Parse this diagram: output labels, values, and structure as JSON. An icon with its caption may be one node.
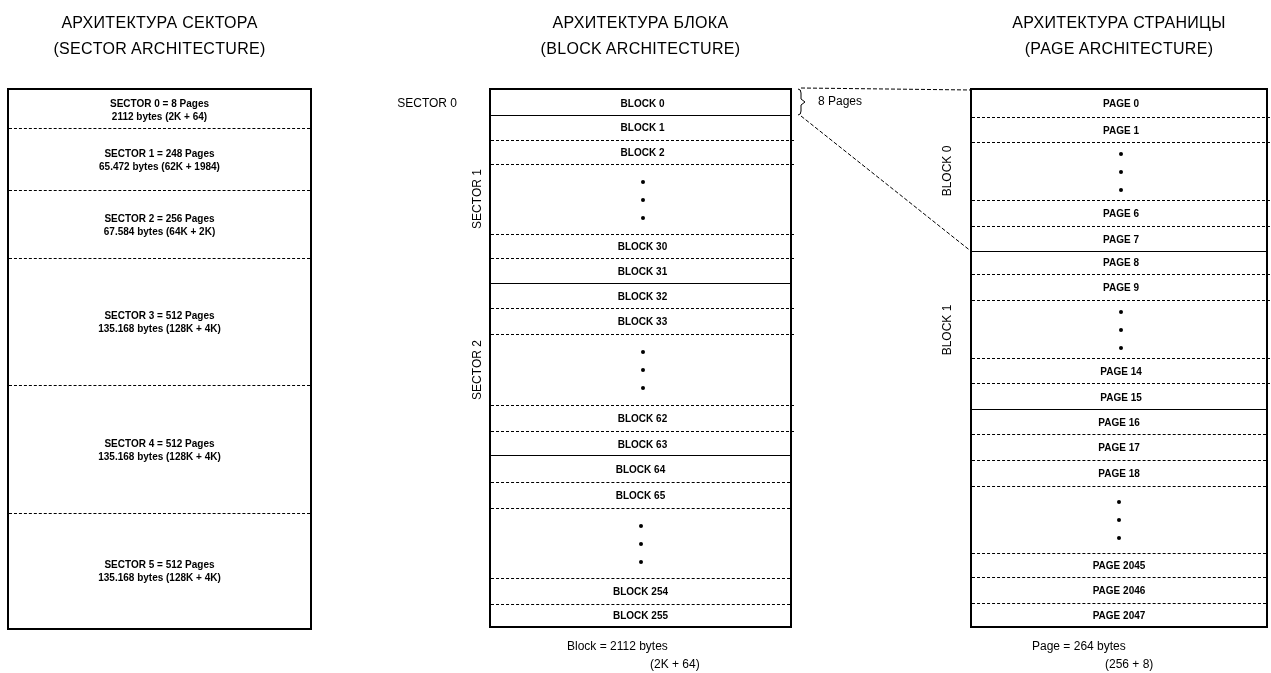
{
  "diagram": {
    "nodes": [
      {
        "text": [
          "АРХИТЕКТУРА СЕКТОРА",
          "(SECTOR ARCHITECTURE)"
        ]
      },
      {
        "text": [
          "SECTOR 0 = 8 Pages",
          "2112 bytes (2K + 64)"
        ],
        "in": 0
      },
      {
        "text": [
          "SECTOR 1 = 248 Pages",
          "65.472 bytes (62K + 1984)"
        ],
        "in": 0
      },
      {
        "text": [
          "SECTOR 2 = 256 Pages",
          "67.584 bytes (64K + 2K)"
        ],
        "in": 0
      },
      {
        "text": [
          "SECTOR 3 = 512 Pages",
          "135.168 bytes (128K + 4K)"
        ],
        "in": 0
      },
      {
        "text": [
          "SECTOR 4 = 512 Pages",
          "135.168 bytes (128K + 4K)"
        ],
        "in": 0
      },
      {
        "text": [
          "SECTOR 5 = 512 Pages",
          "135.168 bytes (128K + 4K)"
        ],
        "in": 0
      },
      {
        "text": [
          "АРХИТЕКТУРА БЛОКА",
          "(BLOCK ARCHITECTURE)"
        ],
        "beside": [
          "Block = 2112 bytes",
          "(2K + 64)"
        ]
      },
      {
        "text": [
          "SECTOR 0"
        ],
        "in": 7
      },
      {
        "text": [
          "BLOCK 0"
        ],
        "in": 8
      },
      {
        "text": [
          "SECTOR 1"
        ],
        "in": 7
      },
      {
        "text": [
          "BLOCK 1"
        ],
        "in": 10
      },
      {
        "text": [
          "BLOCK 2"
        ],
        "in": 10
      },
      {
        "text": [],
        "shape": "box",
        "in": 10
      },
      {
        "text": [
          "BLOCK 30"
        ],
        "in": 10
      },
      {
        "text": [
          "BLOCK 31"
        ],
        "in": 10
      },
      {
        "text": [
          "SECTOR 2"
        ],
        "in": 7
      },
      {
        "text": [
          "BLOCK 32"
        ],
        "in": 16
      },
      {
        "text": [
          "BLOCK 33"
        ],
        "in": 16
      },
      {
        "text": [],
        "shape": "box",
        "in": 16
      },
      {
        "text": [
          "BLOCK 62"
        ],
        "in": 16
      },
      {
        "text": [
          "BLOCK 63"
        ],
        "in": 16
      },
      {
        "text": [
          "BLOCK 64"
        ],
        "in": 7
      },
      {
        "text": [
          "BLOCK 65"
        ],
        "in": 7
      },
      {
        "text": [],
        "shape": "box",
        "in": 7
      },
      {
        "text": [
          "BLOCK 254"
        ],
        "in": 7
      },
      {
        "text": [
          "BLOCK 255"
        ],
        "in": 7
      },
      {
        "text": [
          "АРХИТЕКТУРА СТРАНИЦЫ",
          "(PAGE ARCHITECTURE)"
        ],
        "beside": [
          "Page = 264 bytes",
          "(256 + 8)"
        ]
      },
      {
        "text": [
          "BLOCK 0"
        ],
        "in": 27
      },
      {
        "text": [
          "PAGE 0"
        ],
        "in": 28
      },
      {
        "text": [
          "PAGE 1"
        ],
        "in": 28
      },
      {
        "text": [],
        "shape": "box",
        "in": 28
      },
      {
        "text": [
          "PAGE 6"
        ],
        "in": 28
      },
      {
        "text": [
          "PAGE 7"
        ],
        "in": 28
      },
      {
        "text": [
          "BLOCK 1"
        ],
        "in": 27
      },
      {
        "text": [
          "PAGE 8"
        ],
        "in": 34
      },
      {
        "text": [
          "PAGE 9"
        ],
        "in": 34
      },
      {
        "text": [],
        "shape": "box",
        "in": 34
      },
      {
        "text": [
          "PAGE 14"
        ],
        "in": 34
      },
      {
        "text": [
          "PAGE 15"
        ],
        "in": 34
      },
      {
        "text": [
          "PAGE 16"
        ],
        "in": 27
      },
      {
        "text": [
          "PAGE 17"
        ],
        "in": 27
      },
      {
        "text": [
          "PAGE 18"
        ],
        "in": 27
      },
      {
        "text": [],
        "shape": "box",
        "in": 27
      },
      {
        "text": [
          "PAGE 2045"
        ],
        "in": 27
      },
      {
        "text": [
          "PAGE 2046"
        ],
        "in": 27
      },
      {
        "text": [
          "PAGE 2047"
        ],
        "in": 27
      },
      {
        "text": [
          "8 Pages"
        ]
      }
    ],
    "edges": [
      {
        "from": 47,
        "to": 28,
        "arrow": "none",
        "style": "dashed"
      },
      {
        "from": 47,
        "to": 28,
        "arrow": "none",
        "style": "dashed"
      }
    ]
  }
}
